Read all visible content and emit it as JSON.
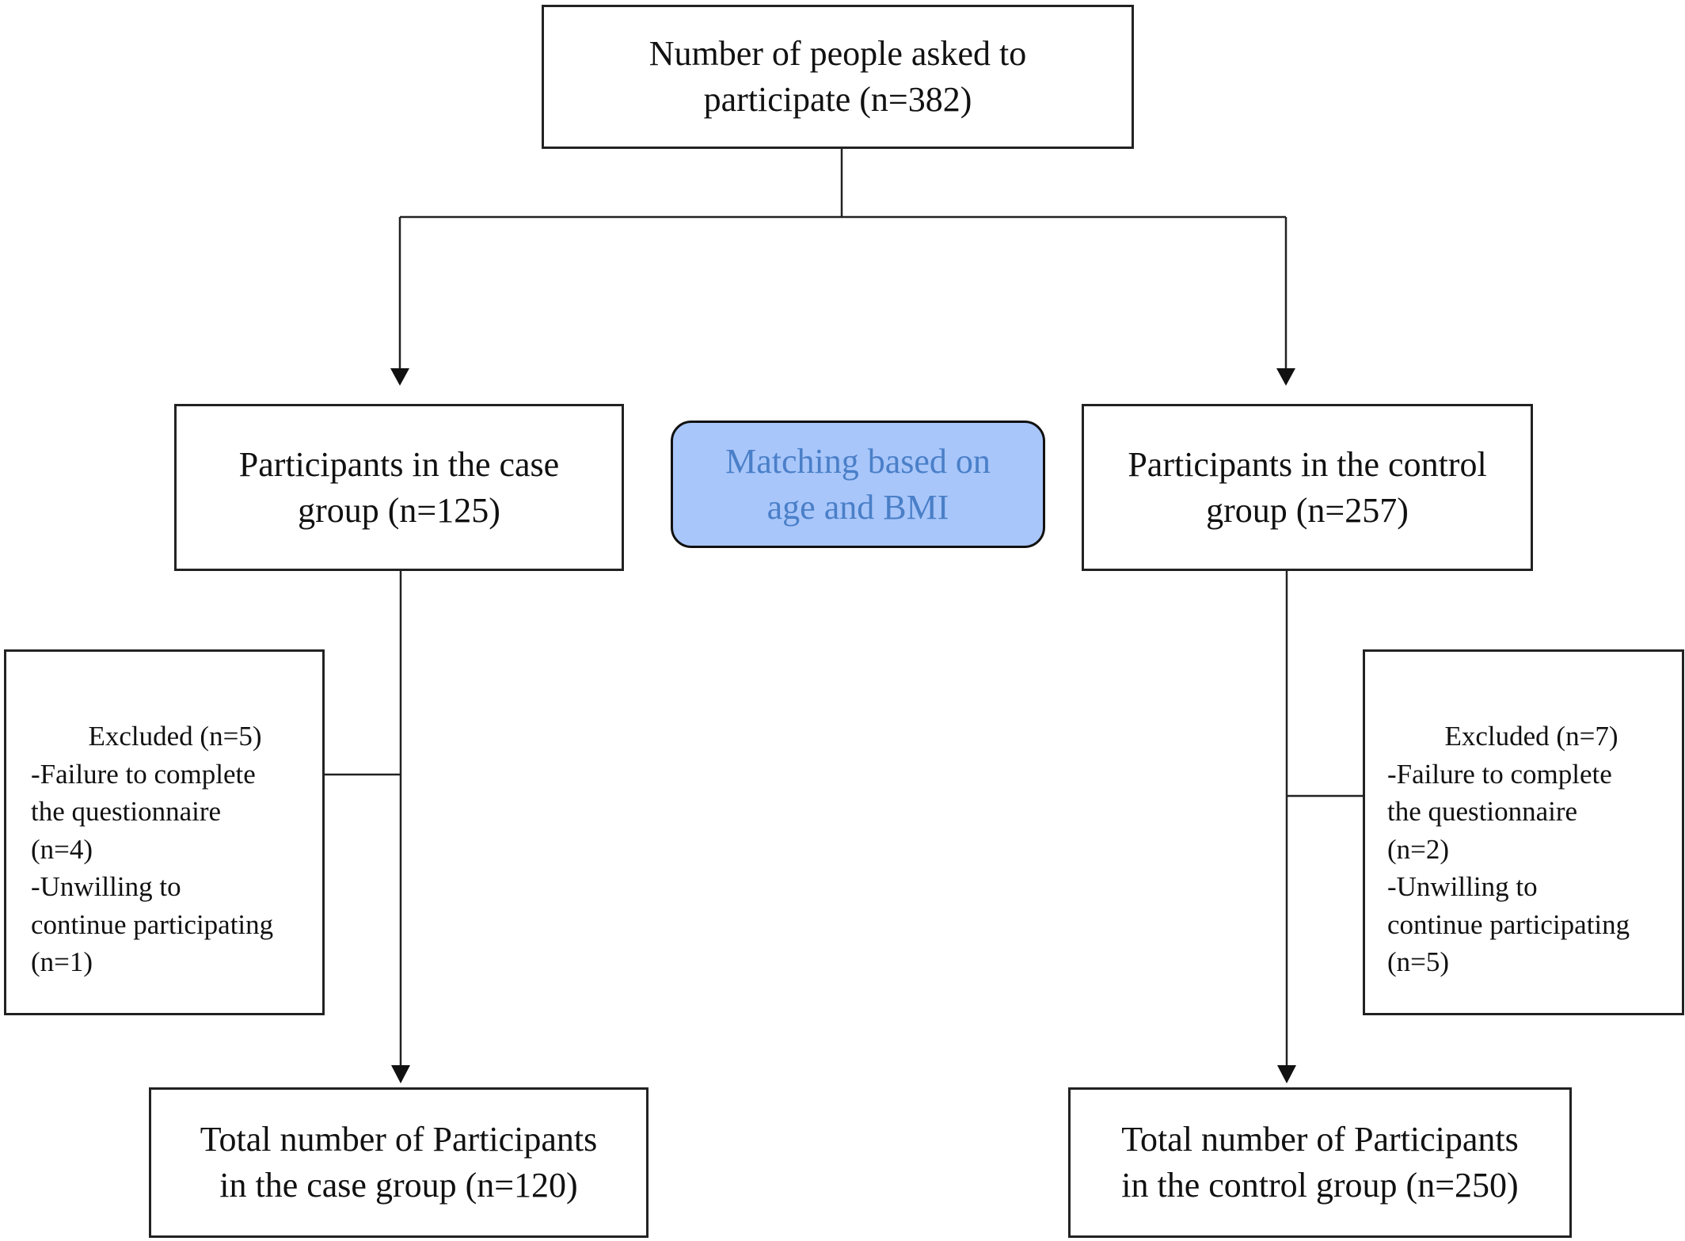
{
  "top": {
    "line1": "Number of people asked to",
    "line2": "participate (n=382)"
  },
  "case_group": {
    "line1": "Participants in the case",
    "line2": "group (n=125)"
  },
  "matching": {
    "line1": "Matching based on",
    "line2": "age and BMI"
  },
  "control_group": {
    "line1": "Participants in the control",
    "line2": "group (n=257)"
  },
  "case_excluded": {
    "title": "Excluded (n=5)",
    "lines": [
      "-Failure to complete",
      "the questionnaire",
      "(n=4)",
      "-Unwilling to",
      "continue participating",
      "(n=1)"
    ]
  },
  "control_excluded": {
    "title": "Excluded (n=7)",
    "lines": [
      "-Failure to complete",
      "the questionnaire",
      "(n=2)",
      "-Unwilling to",
      "continue participating",
      "(n=5)"
    ]
  },
  "case_total": {
    "line1": "Total number of Participants",
    "line2": "in the case group (n=120)"
  },
  "control_total": {
    "line1": "Total number of Participants",
    "line2": "in the control group (n=250)"
  },
  "colors": {
    "matching_fill": "#a8c6fa",
    "matching_text": "#4a7fc8",
    "line": "#222222"
  }
}
